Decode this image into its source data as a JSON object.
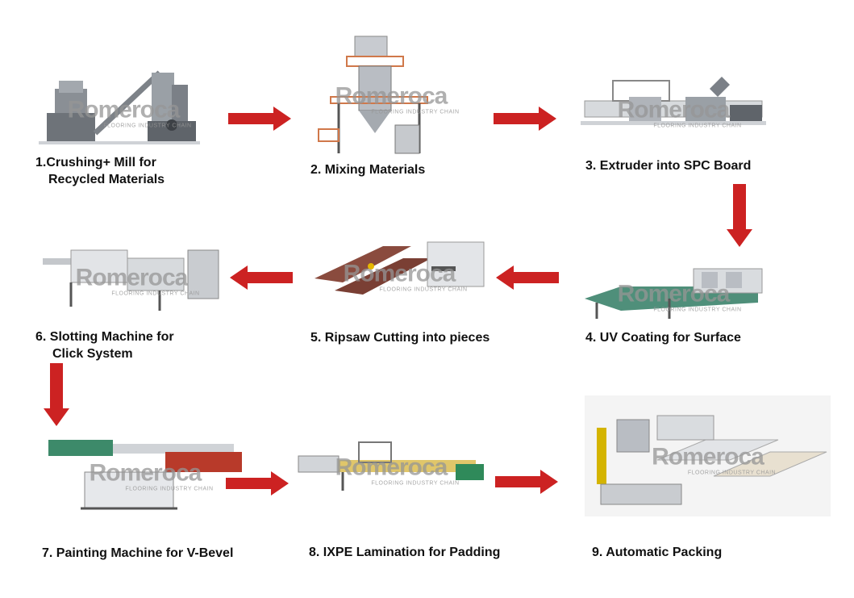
{
  "watermark": {
    "brand": "Romeroca",
    "tagline": "FLOORING INDUSTRY CHAIN"
  },
  "steps": [
    {
      "line1": "1.Crushing+ Mill for",
      "line2": "Recycled Materials"
    },
    {
      "line1": "2. Mixing Materials"
    },
    {
      "line1": "3. Extruder into SPC Board"
    },
    {
      "line1": "4. UV Coating for Surface"
    },
    {
      "line1": "5. Ripsaw Cutting into pieces"
    },
    {
      "line1": "6. Slotting Machine for",
      "line2": "Click System"
    },
    {
      "line1": "7. Painting Machine for V-Bevel"
    },
    {
      "line1": "8. IXPE Lamination for Padding"
    },
    {
      "line1": "9. Automatic Packing"
    }
  ],
  "colors": {
    "arrow": "#cc2222",
    "label": "#111111"
  }
}
